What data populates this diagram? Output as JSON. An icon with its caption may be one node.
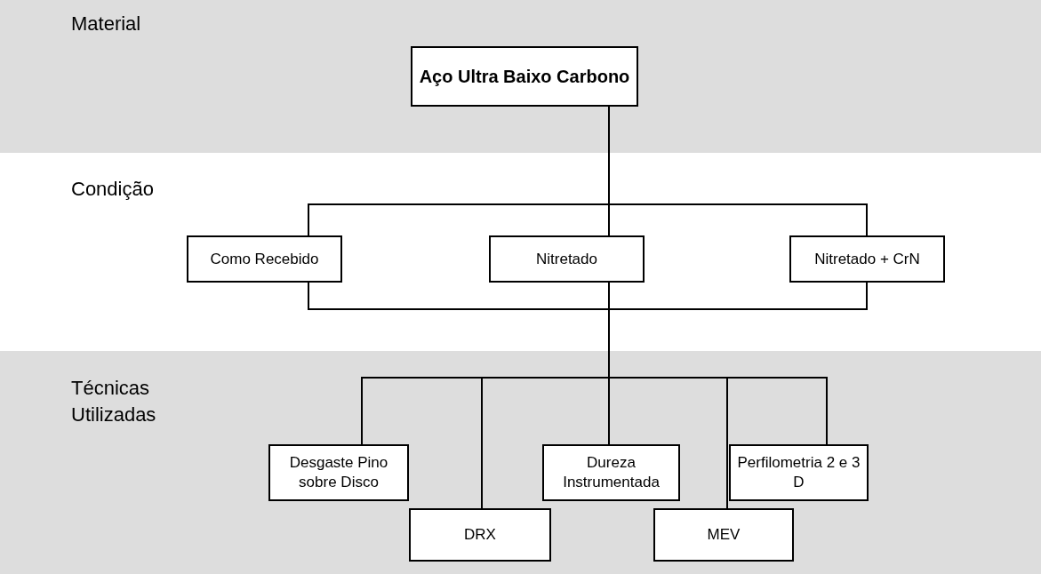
{
  "diagram": {
    "nodes": [
      {
        "text": [
          "Aço Ultra Baixo Carbono"
        ]
      },
      {
        "text": [
          "Como Recebido"
        ]
      },
      {
        "text": [
          "Nitretado"
        ]
      },
      {
        "text": [
          "Nitretado + CrN"
        ]
      },
      {
        "text": [
          "Desgaste Pino sobre Disco"
        ]
      },
      {
        "text": [
          "Dureza Instrumentada"
        ]
      },
      {
        "text": [
          "Perfilometria 2 e 3 D"
        ]
      },
      {
        "text": [
          "DRX"
        ]
      },
      {
        "text": [
          "MEV"
        ]
      }
    ],
    "edges": [
      {
        "from": 0,
        "to": 1,
        "arrow": "none"
      },
      {
        "from": 0,
        "to": 2,
        "arrow": "none"
      },
      {
        "from": 0,
        "to": 3,
        "arrow": "none"
      },
      {
        "from": 1,
        "to": 4,
        "arrow": "none"
      },
      {
        "from": 1,
        "to": 7,
        "arrow": "none"
      },
      {
        "from": 1,
        "to": 5,
        "arrow": "none"
      },
      {
        "from": 1,
        "to": 8,
        "arrow": "none"
      },
      {
        "from": 1,
        "to": 6,
        "arrow": "none"
      },
      {
        "from": 2,
        "to": 4,
        "arrow": "none"
      },
      {
        "from": 2,
        "to": 7,
        "arrow": "none"
      },
      {
        "from": 2,
        "to": 5,
        "arrow": "none"
      },
      {
        "from": 2,
        "to": 8,
        "arrow": "none"
      },
      {
        "from": 2,
        "to": 6,
        "arrow": "none"
      },
      {
        "from": 3,
        "to": 4,
        "arrow": "none"
      },
      {
        "from": 3,
        "to": 7,
        "arrow": "none"
      },
      {
        "from": 3,
        "to": 5,
        "arrow": "none"
      },
      {
        "from": 3,
        "to": 8,
        "arrow": "none"
      },
      {
        "from": 3,
        "to": 6,
        "arrow": "none"
      }
    ],
    "labels": [
      "Material",
      "Condição",
      "Técnicas Utilizadas"
    ]
  }
}
